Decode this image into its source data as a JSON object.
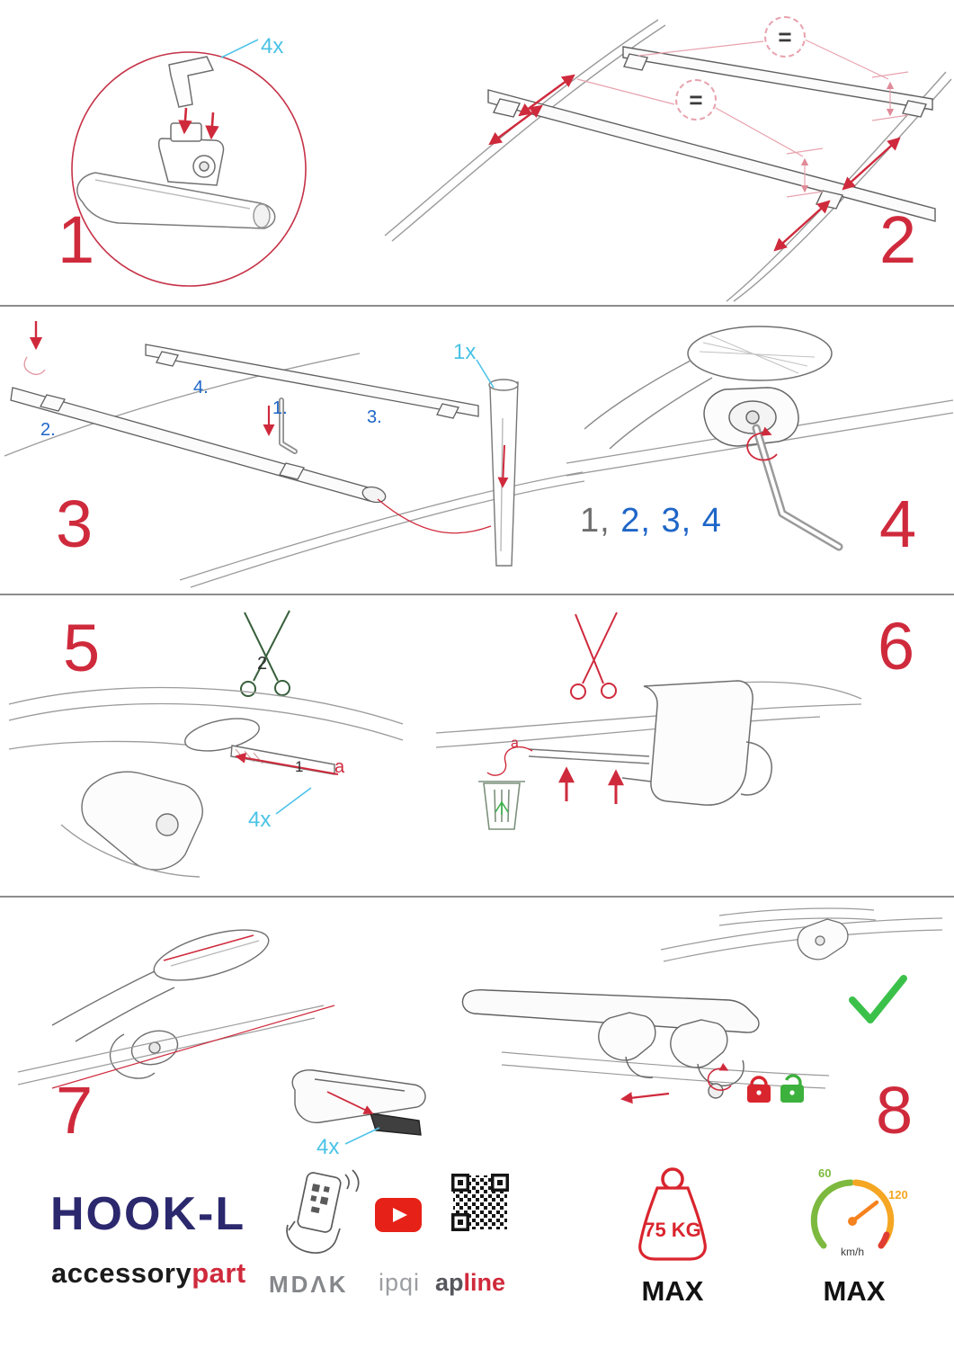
{
  "steps": {
    "s1": {
      "number": "1",
      "qty_label": "4x"
    },
    "s2": {
      "number": "2",
      "equal_sign_top": "=",
      "equal_sign_mid": "="
    },
    "s3": {
      "number": "3",
      "order_1": "1.",
      "order_2": "2.",
      "order_3": "3.",
      "order_4": "4.",
      "qty_label": "1x"
    },
    "s4": {
      "number": "4",
      "sequence_first": "1,",
      "sequence_rest": "2, 3, 4"
    },
    "s5": {
      "number": "5",
      "cut_step_label": "2",
      "insert_step_label": "1",
      "measure_label": "a",
      "qty_label": "4x"
    },
    "s6": {
      "number": "6",
      "measure_label": "a"
    },
    "s7": {
      "number": "7",
      "qty_label": "4x"
    },
    "s8": {
      "number": "8"
    }
  },
  "footer": {
    "product_name": "HOOK-L",
    "brand_prefix": "accessory",
    "brand_suffix": "part",
    "partner_mdak": "MDΛK",
    "partner_ipqi": "ipqi",
    "partner_apline_prefix": "ap",
    "partner_apline_suffix": "line",
    "weight_limit": "75 KG",
    "weight_max_label": "MAX",
    "speed_min": "60",
    "speed_max_value": "120",
    "speed_unit": "km/h",
    "speed_max_label": "MAX"
  },
  "colors": {
    "step_number_red": "#cf2a3c",
    "quantity_cyan": "#49c3e6",
    "order_blue": "#1e66c8",
    "logo_navy": "#2b286e",
    "brand_red": "#cf2a3c",
    "check_green": "#3bc14a",
    "lock_red": "#d9252e",
    "lock_green": "#3db13d"
  }
}
